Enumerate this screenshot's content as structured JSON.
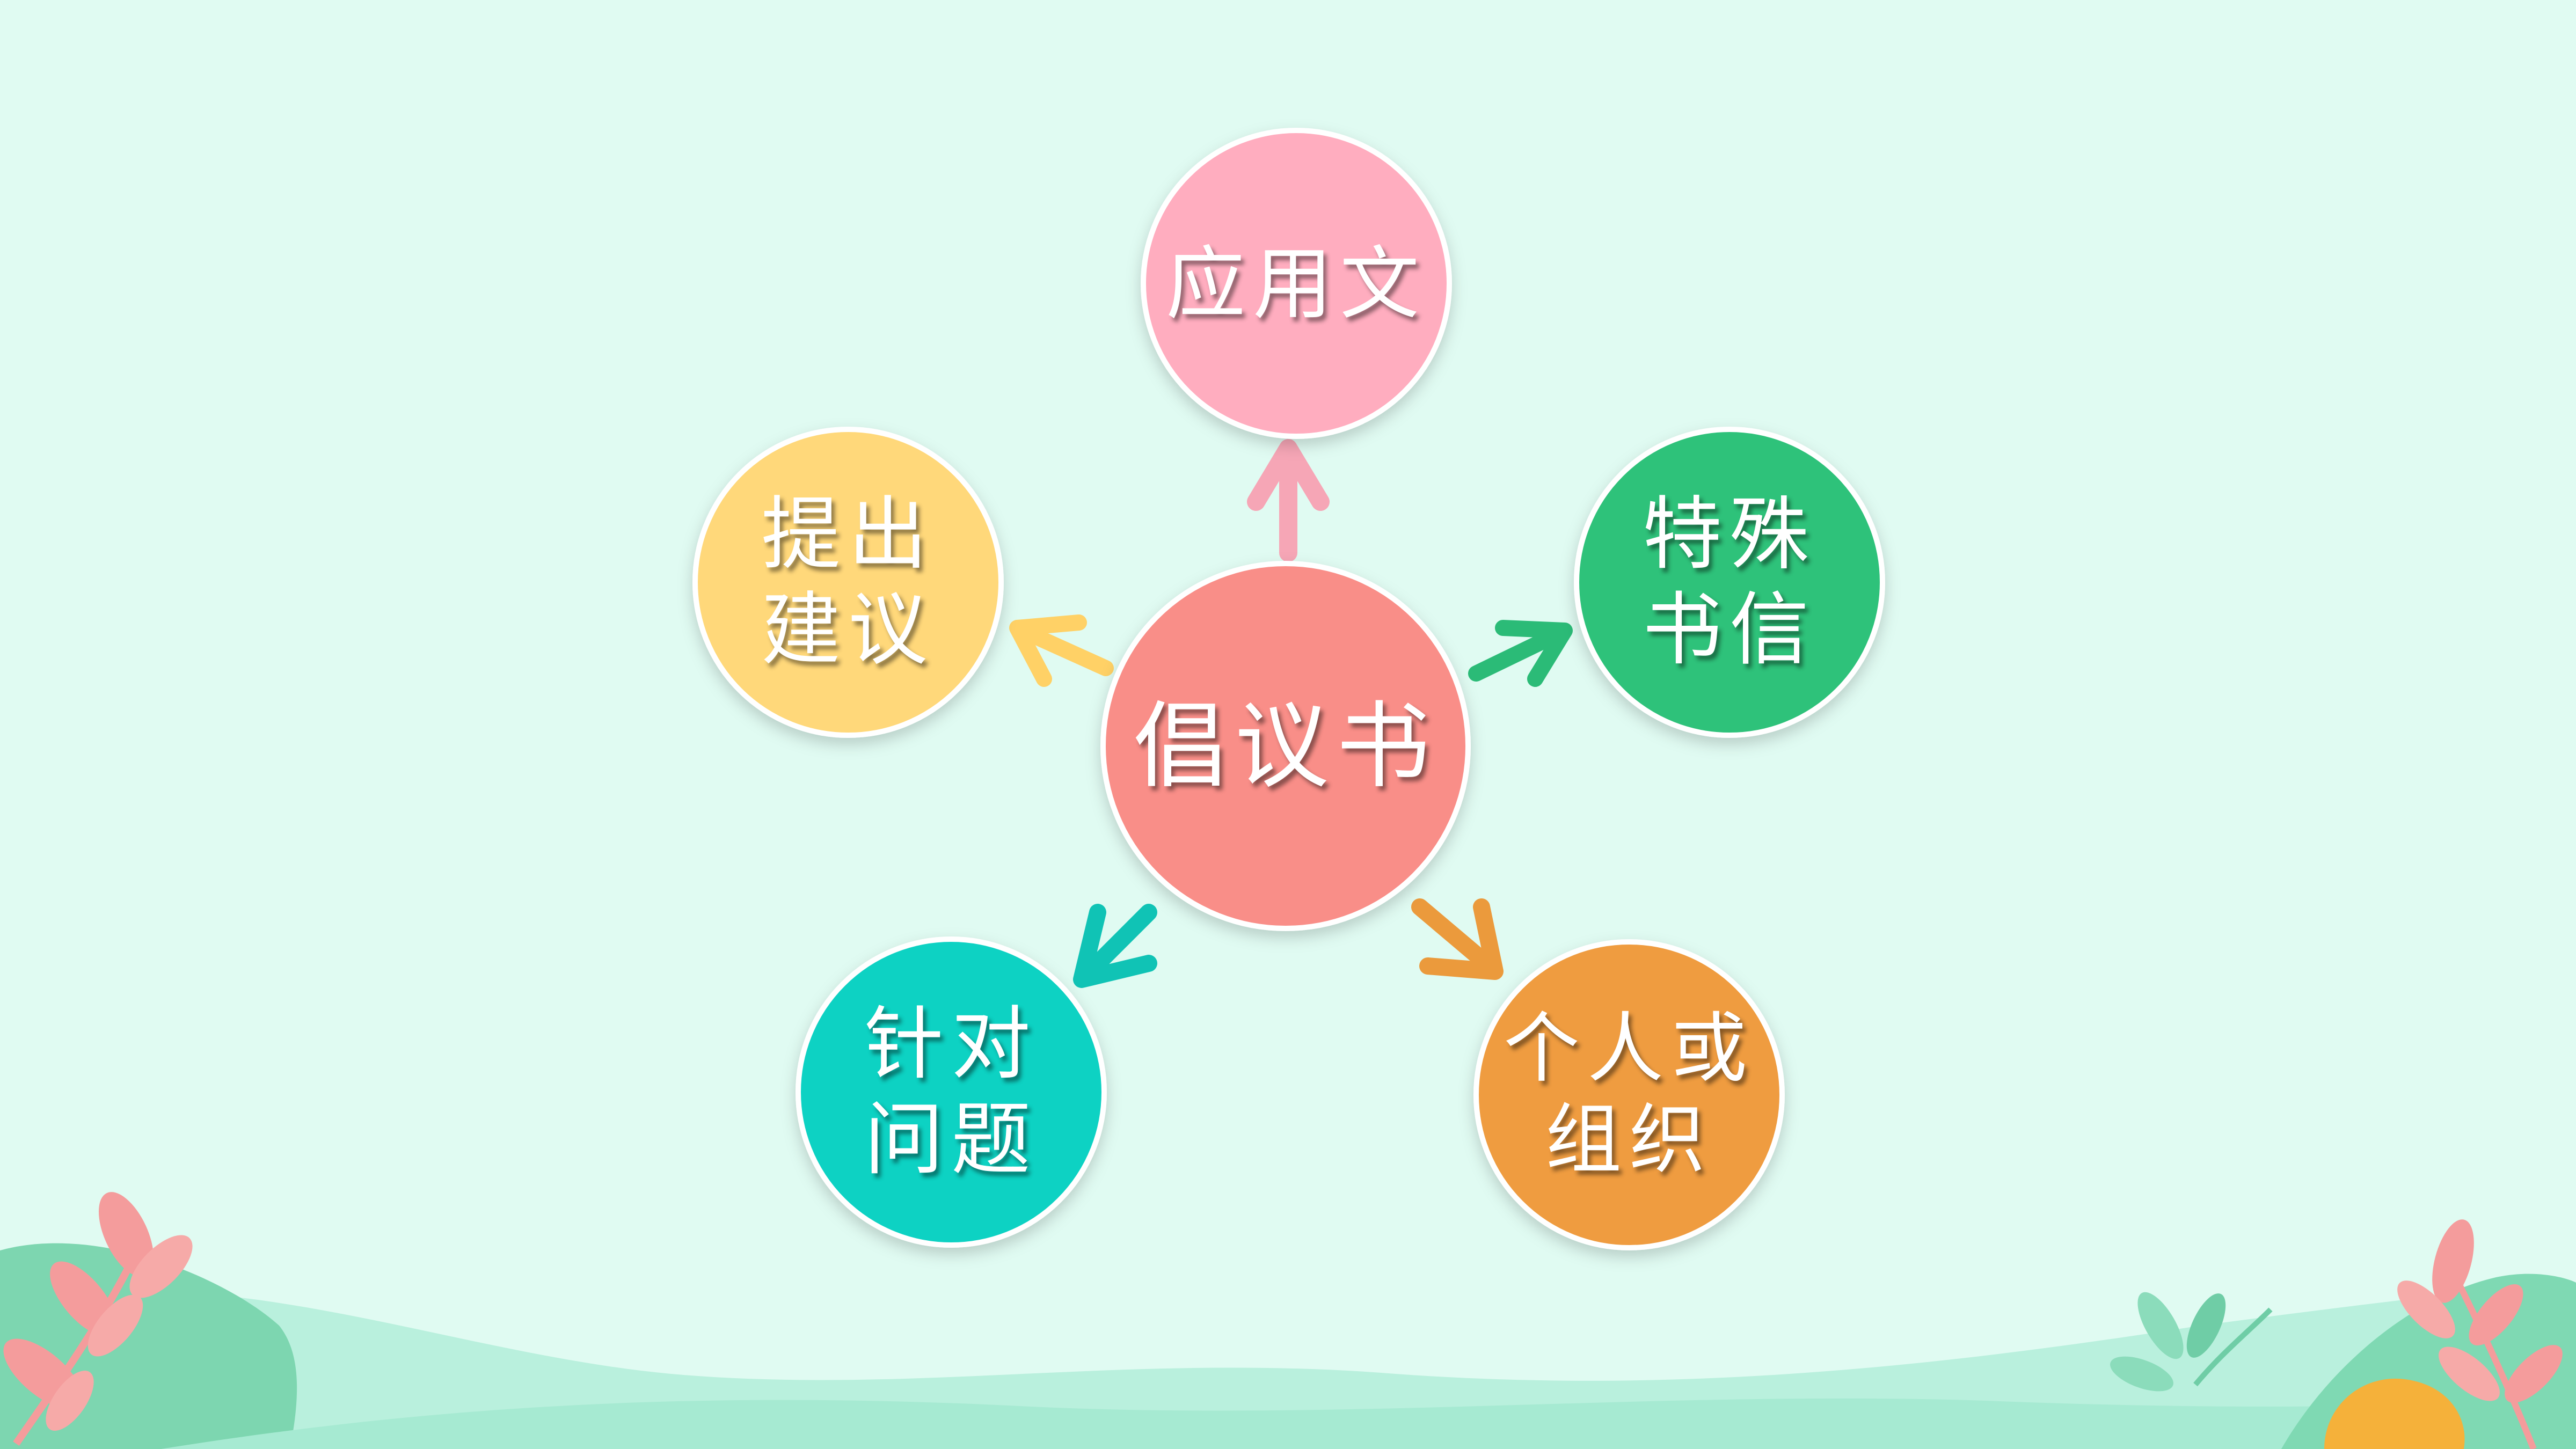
{
  "diagram": {
    "center": {
      "label": "倡议书",
      "color": "#f98e88"
    },
    "nodes": [
      {
        "id": "top",
        "lines": [
          "应用文"
        ],
        "color": "#ffadbf",
        "arrow_color": "#f6a6b6"
      },
      {
        "id": "left",
        "lines": [
          "提出",
          "建议"
        ],
        "color": "#ffd87a",
        "arrow_color": "#ffd166"
      },
      {
        "id": "right",
        "lines": [
          "特殊",
          "书信"
        ],
        "color": "#2dc27a",
        "arrow_color": "#2bbb77"
      },
      {
        "id": "bottom-left",
        "lines": [
          "针对",
          "问题"
        ],
        "color": "#0cd2c3",
        "arrow_color": "#10c3b5"
      },
      {
        "id": "bottom-right",
        "lines": [
          "个人或",
          "组织"
        ],
        "color": "#ef9c40",
        "arrow_color": "#eb9a3c"
      }
    ]
  },
  "decor": {
    "leaf_pink": "#f49c9c",
    "leaf_green": "#7fd6b2",
    "hill_light": "#a9ecd5",
    "hill_dark": "#7dd6b0",
    "accent_orange": "#f5b13a"
  }
}
